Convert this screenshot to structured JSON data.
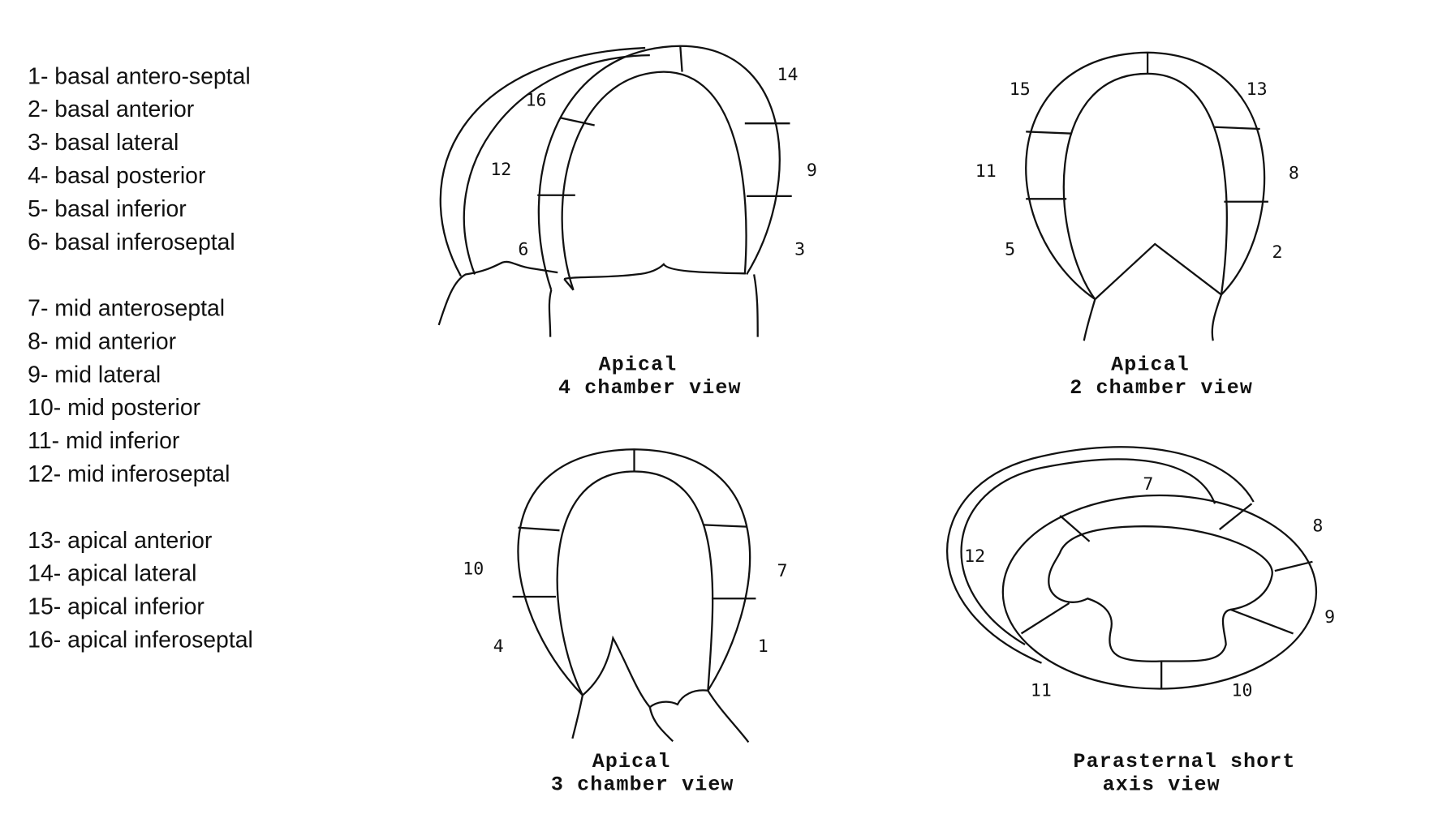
{
  "legend": [
    "1-   basal antero-septal",
    "2-   basal anterior",
    "3-   basal lateral",
    "4-   basal posterior",
    "5-   basal inferior",
    "6-   basal inferoseptal",
    "7-   mid anteroseptal",
    "8-   mid anterior",
    "9-   mid lateral",
    "10- mid posterior",
    "11- mid inferior",
    "12- mid inferoseptal",
    "13- apical anterior",
    "14- apical lateral",
    "15- apical inferior",
    "16- apical inferoseptal"
  ],
  "views": {
    "a4c": {
      "caption": [
        "Apical",
        "4 chamber view"
      ],
      "labels": [
        "16",
        "14",
        "12",
        "9",
        "6",
        "3"
      ]
    },
    "a2c": {
      "caption": [
        "Apical",
        "2 chamber view"
      ],
      "labels": [
        "15",
        "13",
        "11",
        "8",
        "5",
        "2"
      ]
    },
    "a3c": {
      "caption": [
        "Apical",
        "3 chamber view"
      ],
      "labels": [
        "10",
        "7",
        "4",
        "1"
      ]
    },
    "psax": {
      "caption": [
        "Parasternal short",
        "axis view"
      ],
      "labels": [
        "7",
        "8",
        "12",
        "9",
        "11",
        "10"
      ]
    }
  }
}
